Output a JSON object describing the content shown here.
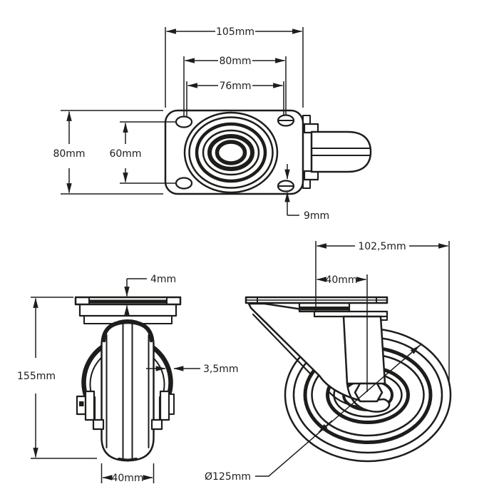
{
  "drawing": {
    "background_color": "#ffffff",
    "line_color": "#1d1d1b",
    "top_view": {
      "overall_width": "105mm",
      "bolt_pattern_width": "80mm",
      "slot_span_width": "76mm",
      "plate_depth": "80mm",
      "bolt_pattern_depth": "60mm",
      "bolt_hole_size": "9mm"
    },
    "front_view": {
      "plate_thickness": "4mm",
      "overall_height": "155mm",
      "bracket_thickness": "3,5mm",
      "wheel_width": "40mm"
    },
    "side_view": {
      "overall_length": "102,5mm",
      "swivel_offset": "40mm",
      "wheel_diameter": "Ø125mm"
    }
  }
}
